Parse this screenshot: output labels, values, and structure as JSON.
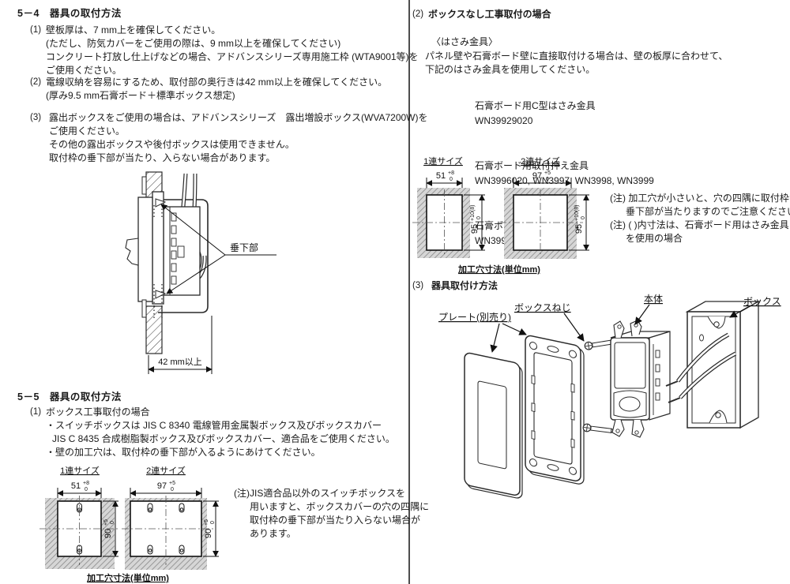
{
  "left": {
    "h54": "5－4　器具の取付方法",
    "items54": [
      {
        "no": "(1)",
        "lines": [
          "壁板厚は、7 mm上を確保してください。",
          "(ただし、防気カバーをご使用の際は、9 mm以上を確保してください)",
          "コンクリート打放し仕上げなどの場合、アドバンスシリーズ専用施工枠 (WTA9001等)を",
          "ご使用ください。"
        ]
      },
      {
        "no": "(2)",
        "lines": [
          "電線収納を容易にするため、取付部の奥行きは42 mm以上を確保してください。",
          "(厚み9.5 mm石膏ボード＋標準ボックス想定)"
        ]
      },
      {
        "no": "(3)",
        "lines": [
          "露出ボックスをご使用の場合は、アドバンスシリーズ　露出増設ボックス(WVA7200W)を",
          "ご使用ください。",
          "その他の露出ボックスや後付ボックスは使用できません。",
          "取付枠の垂下部が当たり、入らない場合があります。"
        ]
      }
    ],
    "cross_section": {
      "part_label": "垂下部",
      "dim_label": "42 mm以上"
    },
    "h55": "5－5　器具の取付方法",
    "item55": {
      "no": "(1)",
      "lines": [
        "ボックス工事取付の場合",
        "・スイッチボックスは JIS C 8340 電線管用金属製ボックス及びボックスカバー",
        "JIS C 8435 合成樹脂製ボックス及びボックスカバー、適合品をご使用ください。",
        "・壁の加工穴は、取付枠の垂下部が入るようにあけてください。"
      ]
    },
    "hole_dims": {
      "title1": "1連サイズ",
      "title2": "2連サイズ",
      "w1": "51",
      "w1_hi": "+8",
      "w1_lo": "0",
      "w2": "97",
      "w2_hi": "+5",
      "w2_lo": "0",
      "h": "90",
      "h_hi": "+5",
      "h_lo": "0",
      "caption": "加工穴寸法(単位mm)"
    },
    "note": {
      "lines": [
        "(注)JIS適合品以外のスイッチボックスを",
        "用いますと、ボックスカバーの穴の四隅に",
        "取付枠の垂下部が当たり入らない場合が",
        "あります。"
      ]
    }
  },
  "right": {
    "h2": {
      "no": "(2)",
      "text": "ボックスなし工事取付の場合"
    },
    "sub": "〈はさみ金具〉",
    "desc_lines": [
      "パネル壁や石膏ボード壁に直接取付ける場合は、壁の板厚に合わせて、",
      "下記のはさみ金具を使用してください。"
    ],
    "parts": [
      {
        "name": "石膏ボード用C型はさみ金具",
        "code": "WN39929020"
      },
      {
        "name": "石膏ボード用取付押え金具",
        "code": "WN3996020, WN3997, WN3998, WN3999"
      },
      {
        "name": "石膏ボード用はさみ金具",
        "code": "WN3993K020"
      }
    ],
    "hole_dims": {
      "title1": "1連サイズ",
      "title2": "2連サイズ",
      "w1": "51",
      "w1_hi": "+8",
      "w1_lo": "0",
      "w2": "97",
      "w2_hi": "+5",
      "w2_lo": "0",
      "h": "95",
      "h_hi": "+10(8)",
      "h_lo": "0",
      "caption": "加工穴寸法(単位mm)"
    },
    "notes": {
      "lines": [
        "(注) 加工穴が小さいと、穴の四隅に取付枠の",
        "垂下部が当たりますのでご注意ください。",
        "(注) ( )内寸法は、石膏ボード用はさみ金具",
        "を使用の場合"
      ]
    },
    "h3": {
      "no": "(3)",
      "text": "器具取付け方法"
    },
    "exploded": {
      "plate": "プレート(別売り)",
      "screw": "ボックスねじ",
      "body": "本体",
      "box": "ボックス"
    }
  }
}
